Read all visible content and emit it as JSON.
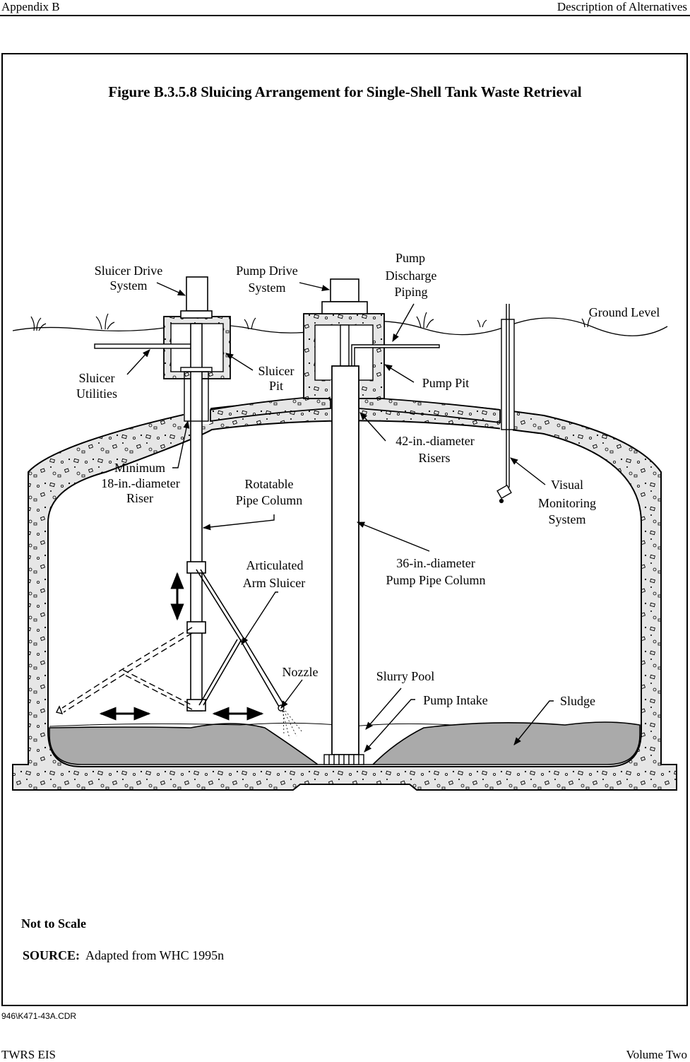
{
  "header": {
    "left": "Appendix B",
    "right": "Description of Alternatives"
  },
  "figure": {
    "title": "Figure B.3.5.8  Sluicing Arrangement for Single-Shell Tank Waste Retrieval",
    "not_to_scale": "Not to Scale",
    "source_label": "SOURCE:",
    "source_text": "Adapted from WHC 1995n",
    "file_code": "946\\K471-43A.CDR"
  },
  "labels": {
    "sluicer_drive_1": "Sluicer Drive",
    "sluicer_drive_2": "System",
    "pump_drive_1": "Pump Drive",
    "pump_drive_2": "System",
    "pump_discharge_1": "Pump",
    "pump_discharge_2": "Discharge",
    "pump_discharge_3": "Piping",
    "ground_level": "Ground Level",
    "sluicer_utilities_1": "Sluicer",
    "sluicer_utilities_2": "Utilities",
    "sluicer_pit_1": "Sluicer",
    "sluicer_pit_2": "Pit",
    "pump_pit": "Pump Pit",
    "risers42_1": "42-in.-diameter",
    "risers42_2": "Risers",
    "min_riser_1": "Minimum",
    "min_riser_2": "18-in.-diameter",
    "min_riser_3": "Riser",
    "rotatable_1": "Rotatable",
    "rotatable_2": "Pipe Column",
    "visual_1": "Visual",
    "visual_2": "Monitoring",
    "visual_3": "System",
    "articulated_1": "Articulated",
    "articulated_2": "Arm Sluicer",
    "pump_pipe_1": "36-in.-diameter",
    "pump_pipe_2": "Pump Pipe Column",
    "nozzle": "Nozzle",
    "slurry_pool": "Slurry Pool",
    "pump_intake": "Pump Intake",
    "sludge": "Sludge"
  },
  "footer": {
    "left": "TWRS EIS",
    "right": "Volume Two"
  }
}
